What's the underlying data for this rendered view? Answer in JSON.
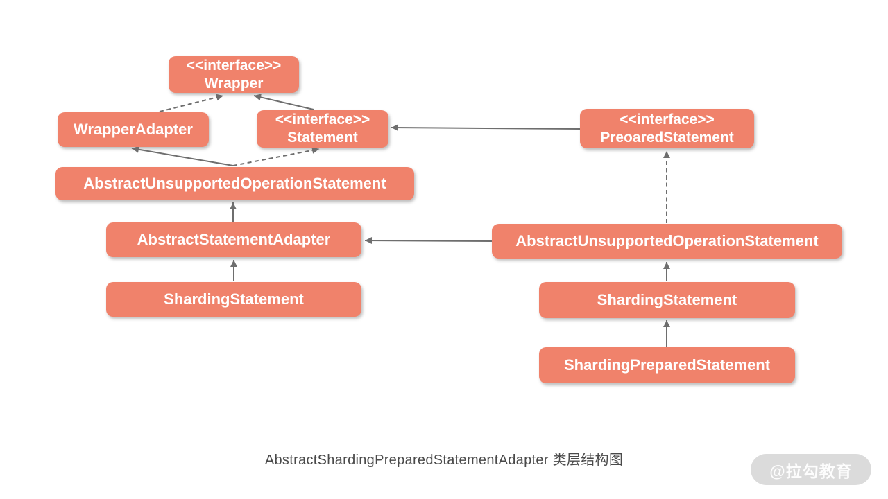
{
  "diagram": {
    "nodes": {
      "wrapper": {
        "stereotype": "<<interface>>",
        "name": "Wrapper"
      },
      "wrapper_adapter": {
        "name": "WrapperAdapter"
      },
      "statement": {
        "stereotype": "<<interface>>",
        "name": "Statement"
      },
      "preoared_statement": {
        "stereotype": "<<interface>>",
        "name": "PreoaredStatement"
      },
      "abstract_unsupported_operation_statement_left": {
        "name": "AbstractUnsupportedOperationStatement"
      },
      "abstract_statement_adapter": {
        "name": "AbstractStatementAdapter"
      },
      "abstract_unsupported_operation_statement_right": {
        "name": "AbstractUnsupportedOperationStatement"
      },
      "sharding_statement_left": {
        "name": "ShardingStatement"
      },
      "sharding_statement_right": {
        "name": "ShardingStatement"
      },
      "sharding_prepared_statement": {
        "name": "ShardingPreparedStatement"
      }
    },
    "edges": [
      {
        "from": "WrapperAdapter",
        "to": "Wrapper",
        "style": "dashed"
      },
      {
        "from": "Statement",
        "to": "Wrapper",
        "style": "solid"
      },
      {
        "from": "PreoaredStatement",
        "to": "Statement",
        "style": "solid"
      },
      {
        "from": "AbstractUnsupportedOperationStatement (left)",
        "to": "WrapperAdapter",
        "style": "solid"
      },
      {
        "from": "AbstractUnsupportedOperationStatement (left)",
        "to": "Statement",
        "style": "dashed"
      },
      {
        "from": "AbstractStatementAdapter",
        "to": "AbstractUnsupportedOperationStatement (left)",
        "style": "solid"
      },
      {
        "from": "AbstractUnsupportedOperationStatement (right)",
        "to": "AbstractStatementAdapter",
        "style": "solid"
      },
      {
        "from": "AbstractUnsupportedOperationStatement (right)",
        "to": "PreoaredStatement",
        "style": "dashed"
      },
      {
        "from": "ShardingStatement (left)",
        "to": "AbstractStatementAdapter",
        "style": "solid"
      },
      {
        "from": "ShardingStatement (right)",
        "to": "AbstractUnsupportedOperationStatement (right)",
        "style": "solid"
      },
      {
        "from": "ShardingPreparedStatement",
        "to": "ShardingStatement (right)",
        "style": "solid"
      }
    ],
    "caption": "AbstractShardingPreparedStatementAdapter 类层结构图",
    "watermark": "@拉勾教育",
    "colors": {
      "node_fill": "#F0826B",
      "node_text": "#FFFFFF",
      "arrow": "#6E6E6E",
      "caption_text": "#4A4A4A",
      "watermark_bg": "#DBDBDB",
      "watermark_text": "#FFFFFF",
      "background": "#FFFFFF"
    }
  }
}
